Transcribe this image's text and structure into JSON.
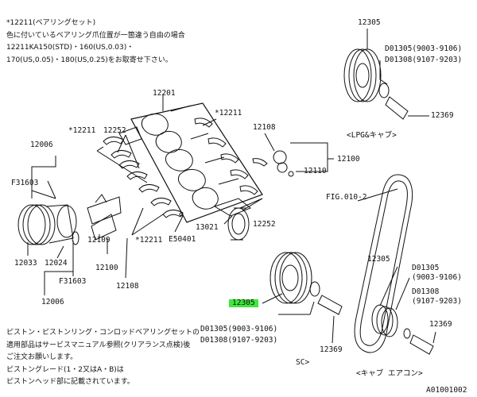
{
  "notes": {
    "top": [
      "*12211(ベアリングセット)",
      "色に付いているベアリング爪位置が一箇違う自由の場合",
      "12211KA150(STD)・160(US,0.03)・",
      "170(US,0.05)・180(US,0.25)をお取寄せ下さい。"
    ],
    "bottom": [
      "ピストン・ピストンリング・コンロッドベアリングセットの",
      "適用部品はサービスマニュアル参照(クリアランス点検)後",
      "ご注文お願いします。",
      "ピストングレード(1・2又はA・B)は",
      "ピストンヘッド部に記載されています。"
    ]
  },
  "labels": {
    "p12201": "12201",
    "p12211a": "*12211",
    "p12252a": "12252",
    "p12211b": "*12211",
    "p12108a": "12108",
    "p12100a": "12100",
    "p12110": "12110",
    "p12006a": "12006",
    "f31603a": "F31603",
    "p12033": "12033",
    "p12024": "12024",
    "f31603b": "F31603",
    "p12006b": "12006",
    "p12109": "12109",
    "p12100b": "12100",
    "p12108b": "12108",
    "p12211c": "*12211",
    "e50401": "E50401",
    "p13021": "13021",
    "p12252b": "12252",
    "p12305hl": "12305",
    "d01305a": "D01305(9003-9106)",
    "d01308a": "D01308(9107-9203)",
    "p12369a": "12369",
    "sc": "SC>",
    "p12305top": "12305",
    "d01305top": "D01305(9003-9106)",
    "d01308top": "D01308(9107-9203)",
    "p12369top": "12369",
    "lpg": "<LPG&キャブ>",
    "fig": "FIG.010-2",
    "p12305r": "12305",
    "d01305r": "D01305",
    "d01305r2": "(9003-9106)",
    "d01308r": "D01308",
    "d01308r2": "(9107-9203)",
    "p12369r": "12369",
    "cab": "<キャブ エアコン>",
    "code": "A01001002"
  },
  "colors": {
    "highlight": "#3ee63e",
    "ink": "#111111"
  }
}
